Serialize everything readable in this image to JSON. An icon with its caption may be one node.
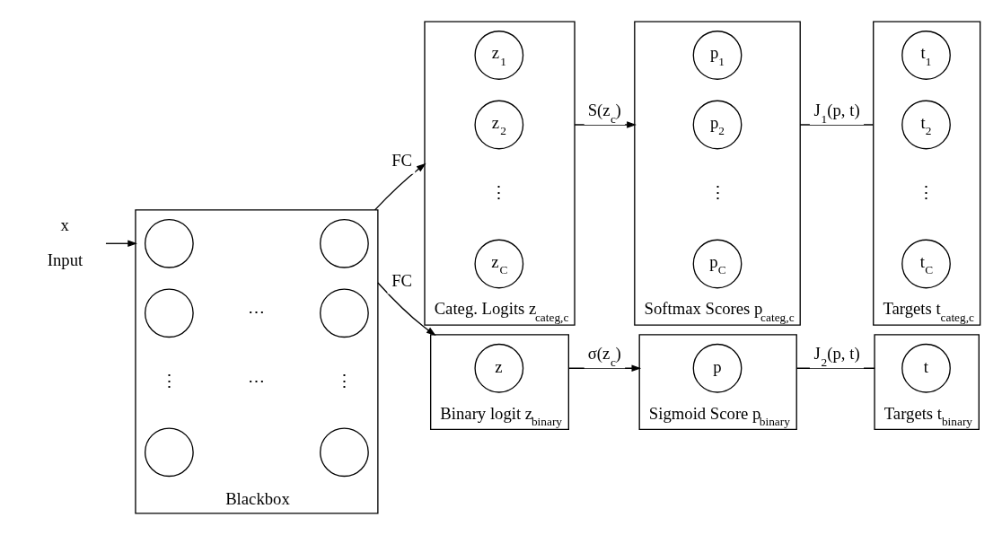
{
  "diagram": {
    "nodes": [
      {
        "text": [
          "x"
        ],
        "beside": [
          "Input"
        ]
      },
      {
        "text": [
          "Blackbox"
        ]
      },
      {
        "text": [],
        "shape": "circle",
        "in": 1
      },
      {
        "text": [],
        "shape": "circle",
        "in": 1
      },
      {
        "text": [],
        "shape": "circle",
        "in": 1
      },
      {
        "text": [],
        "shape": "circle",
        "in": 1
      },
      {
        "text": [],
        "shape": "circle",
        "in": 1
      },
      {
        "text": [],
        "shape": "circle",
        "in": 1
      },
      {
        "text": [
          "Categ. Logits z$_{categ,c}$"
        ]
      },
      {
        "text": [
          "z$_{1}$"
        ],
        "in": 8
      },
      {
        "text": [
          "z$_{2}$"
        ],
        "in": 8
      },
      {
        "text": [
          "z$_{C}$"
        ],
        "in": 8
      },
      {
        "text": [
          "Softmax Scores p$_{categ,c}$"
        ]
      },
      {
        "text": [
          "p$_{1}$"
        ],
        "in": 12
      },
      {
        "text": [
          "p$_{2}$"
        ],
        "in": 12
      },
      {
        "text": [
          "p$_{C}$"
        ],
        "in": 12
      },
      {
        "text": [
          "Targets t$_{categ,c}$"
        ]
      },
      {
        "text": [
          "t$_{1}$"
        ],
        "in": 16
      },
      {
        "text": [
          "t$_{2}$"
        ],
        "in": 16
      },
      {
        "text": [
          "t$_{C}$"
        ],
        "in": 16
      },
      {
        "text": [
          "Binary logit z$_{binary}$"
        ]
      },
      {
        "text": [
          "z"
        ],
        "in": 20
      },
      {
        "text": [
          "Sigmoid Score p$_{binary}$"
        ]
      },
      {
        "text": [
          "p"
        ],
        "in": 22
      },
      {
        "text": [
          "Targets t$_{binary}$"
        ]
      },
      {
        "text": [
          "t"
        ],
        "in": 24
      }
    ],
    "edges": [
      {
        "from": 0,
        "to": 1,
        "arrow": "to"
      },
      {
        "from": 1,
        "to": 8,
        "arrow": "to",
        "label": "FC"
      },
      {
        "from": 8,
        "to": 12,
        "arrow": "to",
        "label": "S(z$_{c}$)"
      },
      {
        "from": 12,
        "to": 16,
        "arrow": "none",
        "label": "J$_{1}$(p, t)"
      },
      {
        "from": 1,
        "to": 20,
        "arrow": "to",
        "label": "FC"
      },
      {
        "from": 20,
        "to": 22,
        "arrow": "to",
        "label": "σ(z$_{c}$)"
      },
      {
        "from": 22,
        "to": 24,
        "arrow": "none",
        "label": "J$_{2}$(p, t)"
      }
    ],
    "labels": [
      "⋯",
      "⋮",
      "⋯",
      "⋮",
      "⋮",
      "⋮",
      "⋮"
    ]
  }
}
